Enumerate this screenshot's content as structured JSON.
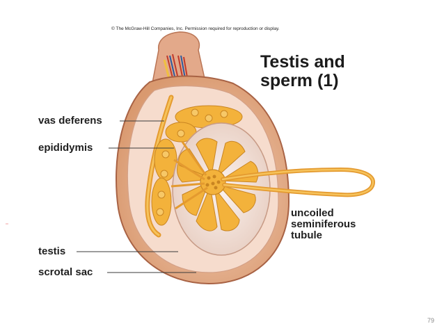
{
  "copyright": "© The McGraw-Hill Companies, Inc. Permission required for reproduction or display.",
  "title_line1": "Testis and",
  "title_line2": "sperm (1)",
  "labels": {
    "vas_deferens": "vas deferens",
    "epididymis": "epididymis",
    "testis": "testis",
    "scrotal_sac": "scrotal sac",
    "uncoiled_line1": "uncoiled",
    "uncoiled_line2": "seminiferous",
    "uncoiled_line3": "tubule"
  },
  "page_number": "79",
  "colors": {
    "scrotal_outer": "#e2a983",
    "scrotal_inner": "#f7d9c6",
    "tubule": "#f3b23b",
    "tubule_dark": "#c98522",
    "testis_bg": "#f5ece8",
    "leader_line": "#3a3a3a"
  }
}
